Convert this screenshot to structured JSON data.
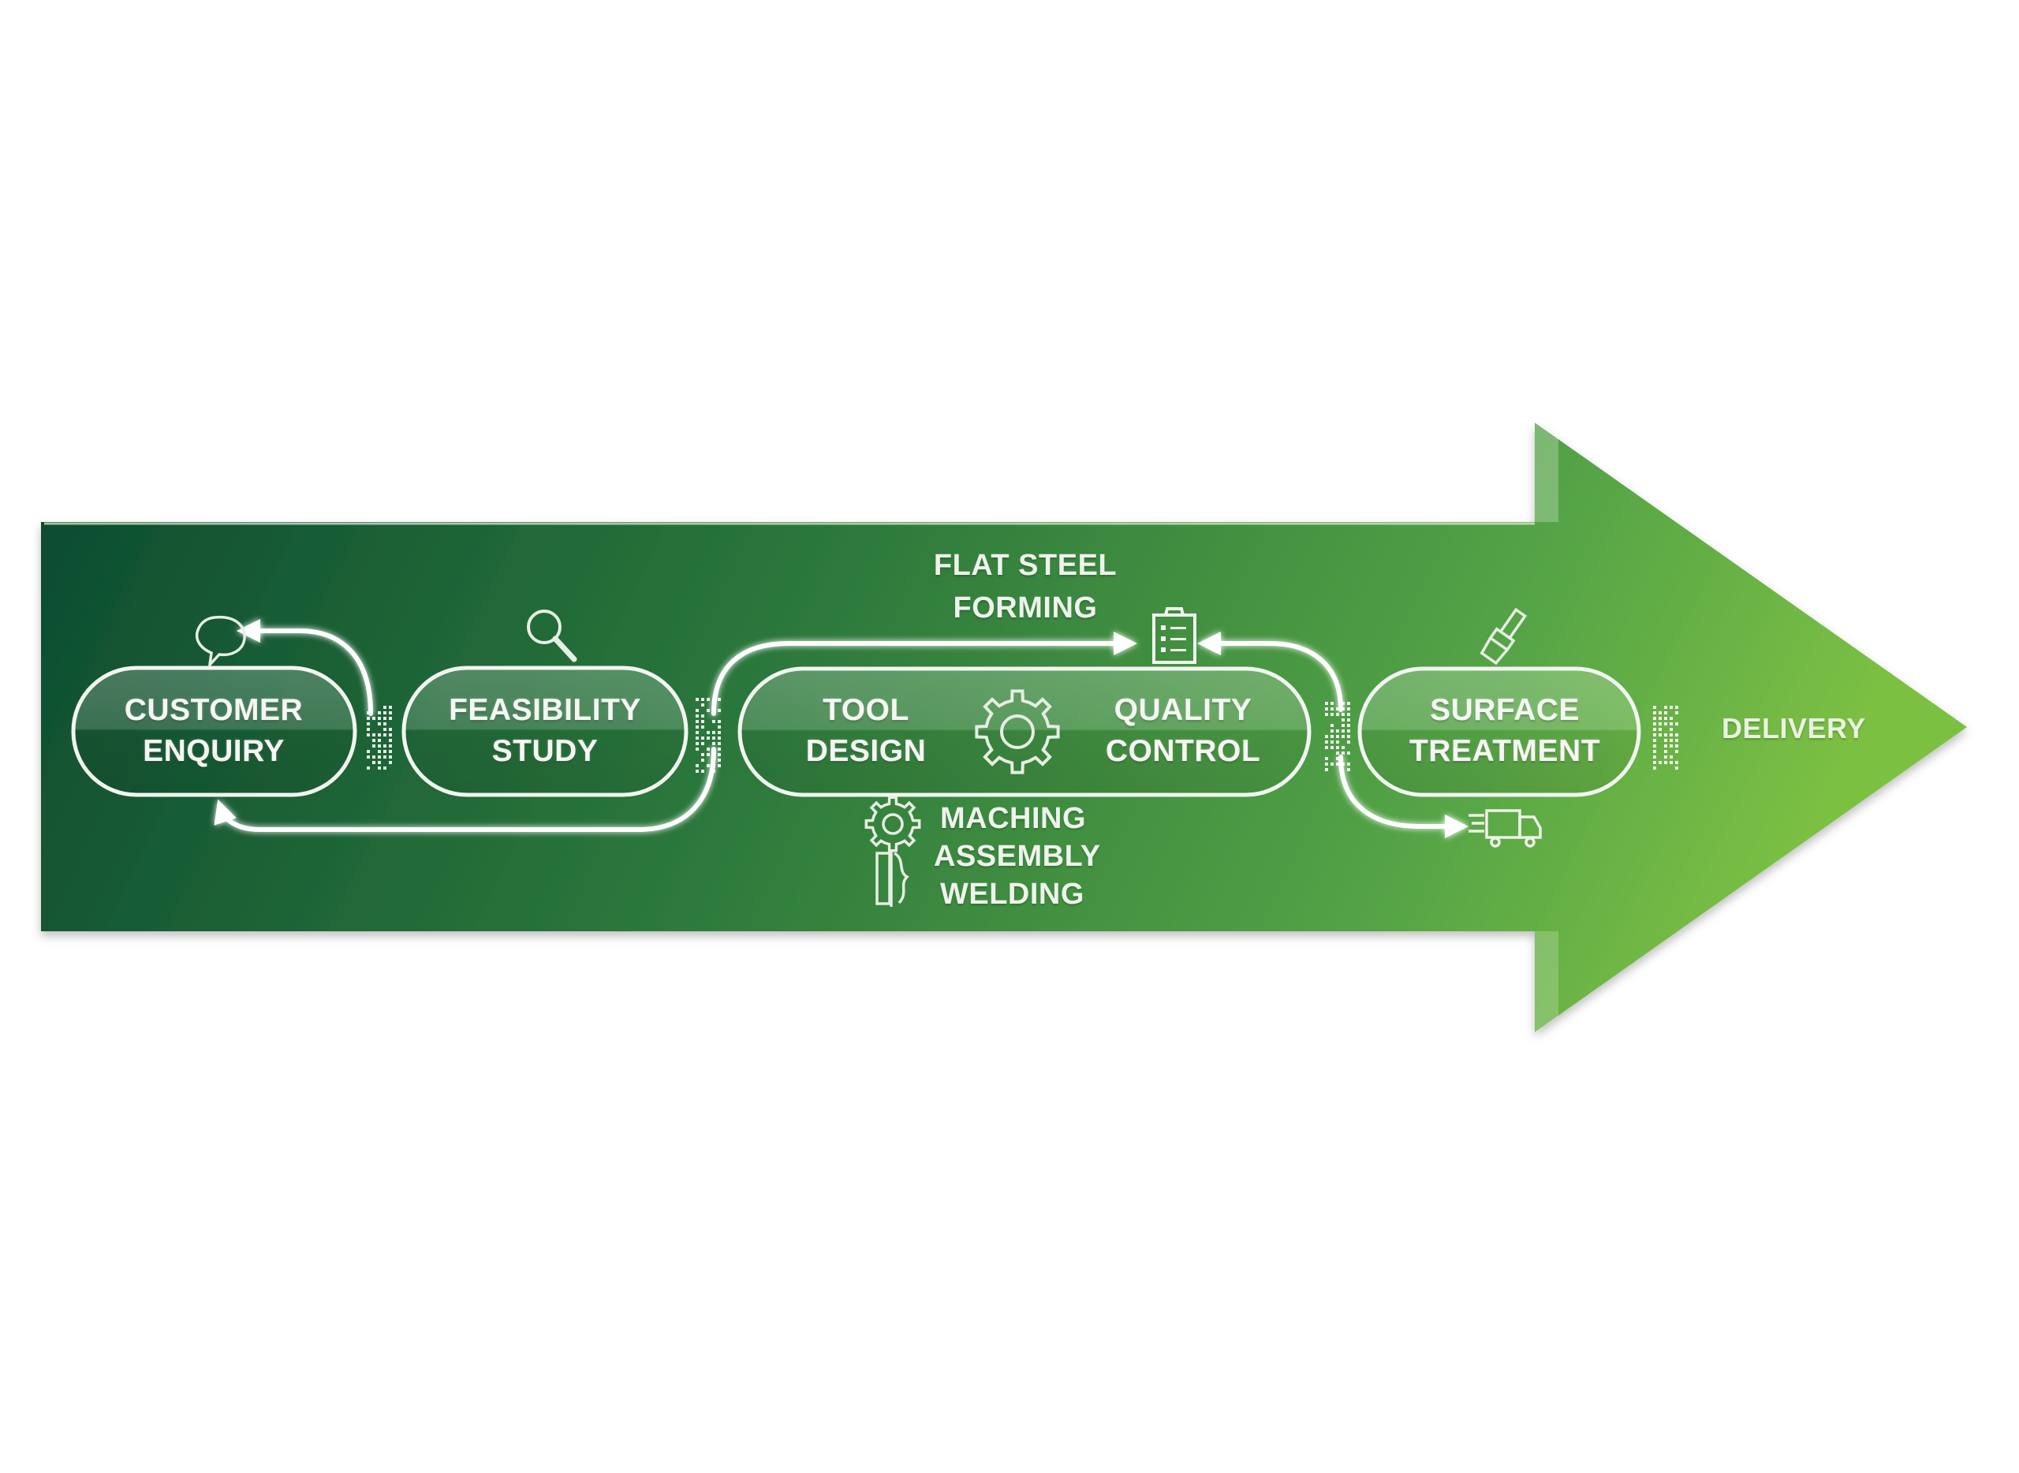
{
  "diagram": {
    "title": "Flat steel forming process flow",
    "colors": {
      "arrow_start": "#0b4a30",
      "arrow_mid": "#2f7d3e",
      "arrow_end": "#7cc043",
      "line": "#ffffff"
    },
    "stages": [
      {
        "id": "customer-enquiry",
        "lines": [
          "CUSTOMER",
          "ENQUIRY"
        ],
        "icon": "speech-bubble-icon"
      },
      {
        "id": "feasibility-study",
        "lines": [
          "FEASIBILITY",
          "STUDY"
        ],
        "icon": "magnifier-icon"
      },
      {
        "id": "tool-design",
        "lines": [
          "TOOL",
          "DESIGN"
        ],
        "icon": "gear-icon"
      },
      {
        "id": "quality-control",
        "lines": [
          "QUALITY",
          "CONTROL"
        ],
        "icon": "clipboard-icon"
      },
      {
        "id": "surface-treatment",
        "lines": [
          "SURFACE",
          "TREATMENT"
        ],
        "icon": "paintbrush-icon"
      }
    ],
    "top_note": {
      "lines": [
        "FLAT STEEL",
        "FORMING"
      ]
    },
    "bottom_note": {
      "lines": [
        "MACHING",
        "ASSEMBLY",
        "WELDING"
      ],
      "icon": "gears-tools-icon"
    },
    "end_label": "DELIVERY",
    "delivery_icon": "truck-icon"
  }
}
